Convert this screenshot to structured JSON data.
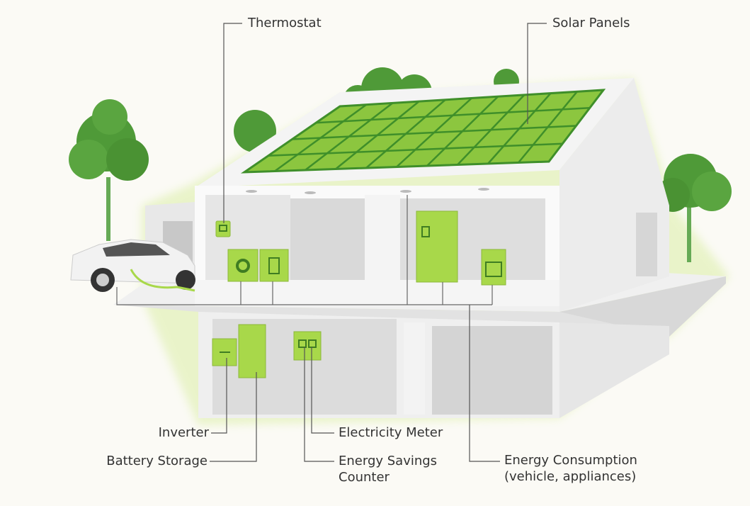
{
  "labels": {
    "thermostat": "Thermostat",
    "solar_panels": "Solar Panels",
    "inverter": "Inverter",
    "battery_storage": "Battery Storage",
    "electricity_meter": "Electricity Meter",
    "energy_savings_line1": "Energy Savings",
    "energy_savings_line2": "Counter",
    "energy_consumption_line1": "Energy Consumption",
    "energy_consumption_line2": "(vehicle, appliances)"
  },
  "colors": {
    "background": "#fbfaf5",
    "device_green": "#a8d84a",
    "panel_green": "#8cc63f",
    "panel_grid": "#3f8f2a",
    "tree_green": "#4f9a38",
    "leader_line": "#555555"
  }
}
